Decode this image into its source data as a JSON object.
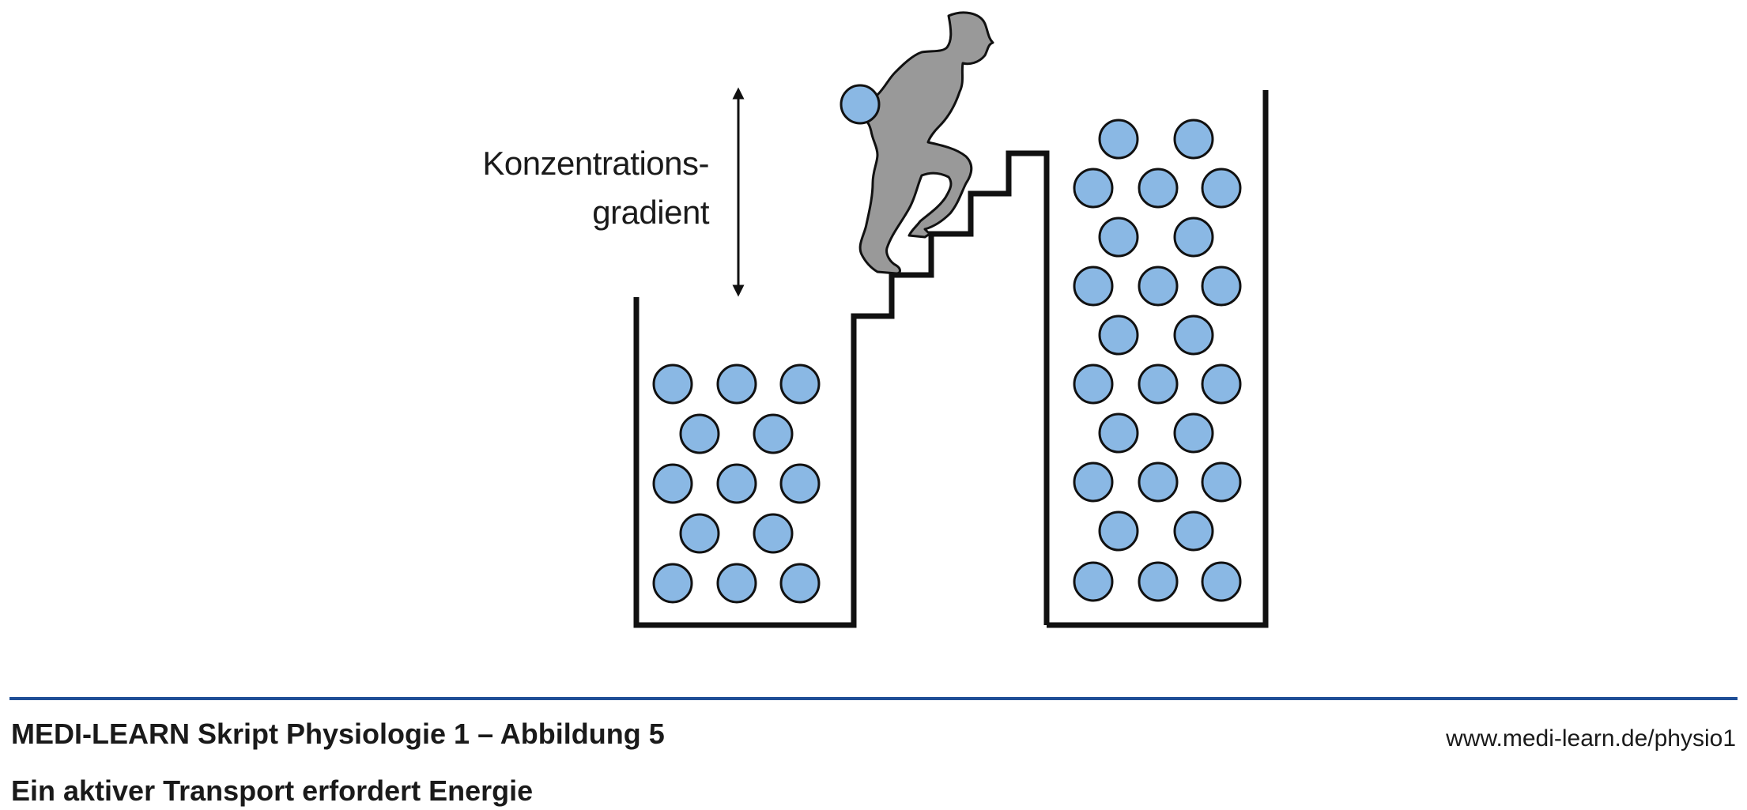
{
  "diagram": {
    "gradient_label_line1": "Konzentrations-",
    "gradient_label_line2": "gradient",
    "arrow_icon": "double-headed-vertical-arrow",
    "figure_icon": "person-climbing-stairs-icon",
    "particle_color": "#8ab8e4",
    "figure_color": "#999999"
  },
  "footer": {
    "title": "MEDI-LEARN Skript Physiologie 1 – Abbildung 5",
    "url": "www.medi-learn.de/physio1",
    "subtitle": "Ein aktiver Transport erfordert Energie",
    "rule_color": "#1f4e96"
  }
}
